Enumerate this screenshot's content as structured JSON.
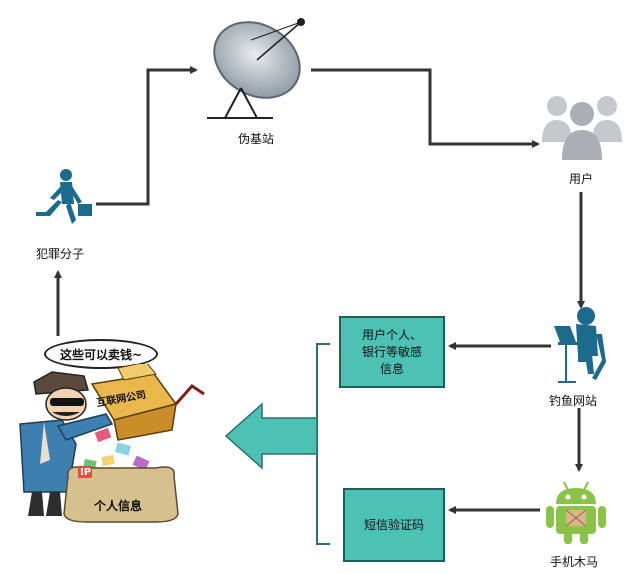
{
  "nodes": {
    "fake_base_station": "伪基站",
    "users": "用户",
    "criminal": "犯罪分子",
    "phishing_site": "钓鱼网站",
    "mobile_trojan": "手机木马"
  },
  "boxes": {
    "sensitive_info_line1": "用户个人、",
    "sensitive_info_line2": "银行等敏感",
    "sensitive_info_line3": "信息",
    "sms_code": "短信验证码"
  },
  "illustration": {
    "speech_bubble": "这些可以卖钱~",
    "box_label": "互联网公司",
    "sack_label": "个人信息",
    "tag_ip": "IP"
  },
  "colors": {
    "box_fill": "#4cc2b5",
    "box_border": "#1f5f58",
    "big_arrow": "#4cc2b5",
    "figure_blue": "#1c6a8c",
    "android_green": "#8bc34a",
    "users_gray": "#b9bec3"
  }
}
